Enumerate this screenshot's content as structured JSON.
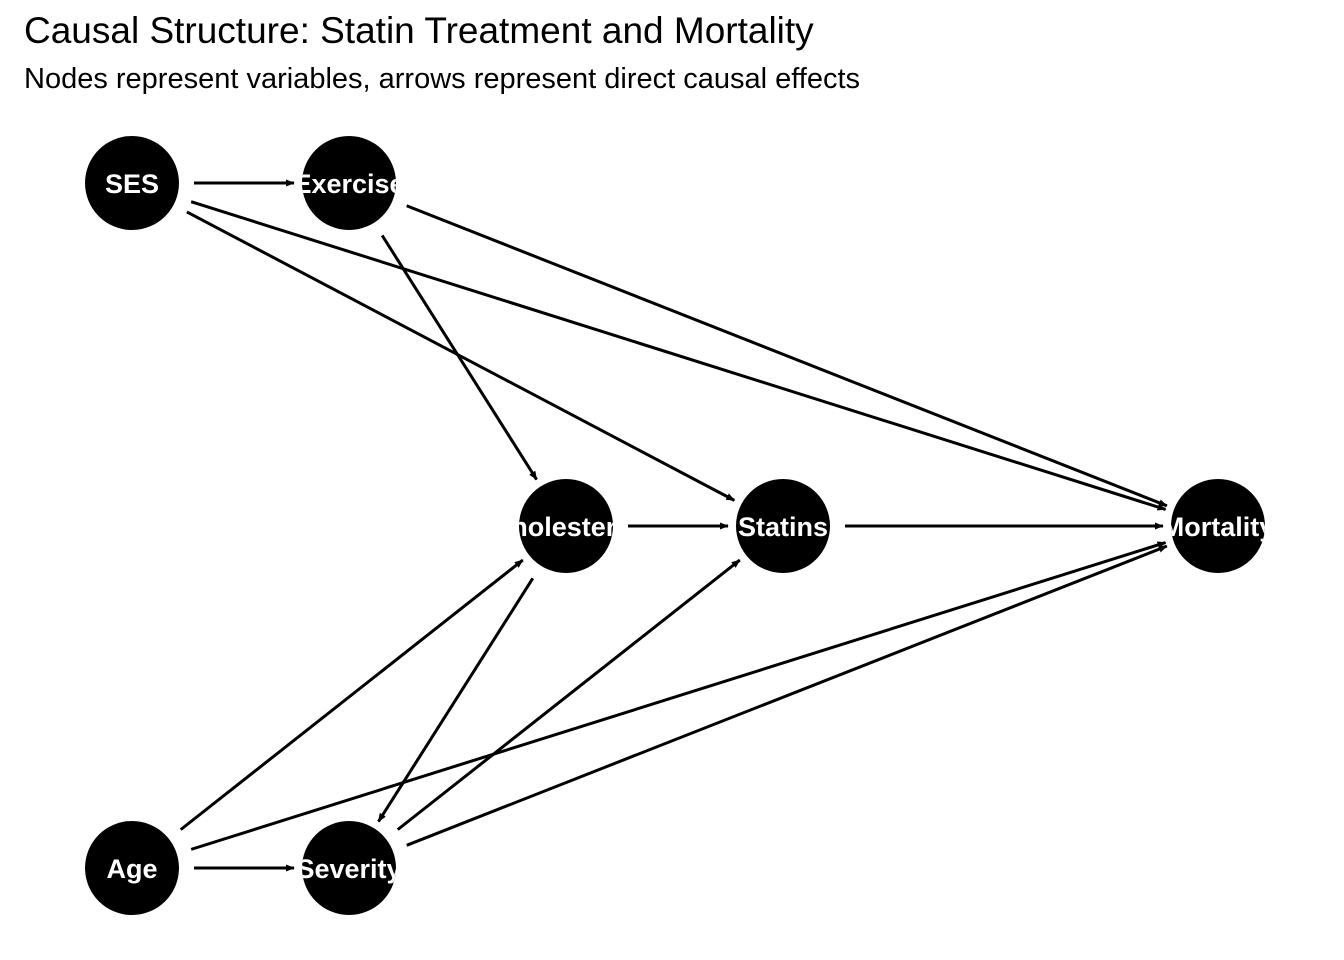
{
  "title": "Causal Structure: Statin Treatment and Mortality",
  "subtitle": "Nodes represent variables, arrows represent direct causal effects",
  "colors": {
    "node_fill": "#000000",
    "node_label": "#ffffff",
    "edge": "#000000",
    "background": "#ffffff"
  },
  "nodes": [
    {
      "id": "ses",
      "label": "SES"
    },
    {
      "id": "exercise",
      "label": "Exercise"
    },
    {
      "id": "cholesterol",
      "label": "Cholesterol"
    },
    {
      "id": "statins",
      "label": "Statins"
    },
    {
      "id": "mortality",
      "label": "Mortality"
    },
    {
      "id": "age",
      "label": "Age"
    },
    {
      "id": "severity",
      "label": "Severity"
    }
  ],
  "edges": [
    {
      "from": "ses",
      "to": "exercise"
    },
    {
      "from": "ses",
      "to": "statins"
    },
    {
      "from": "ses",
      "to": "mortality"
    },
    {
      "from": "exercise",
      "to": "cholesterol"
    },
    {
      "from": "exercise",
      "to": "mortality"
    },
    {
      "from": "cholesterol",
      "to": "statins"
    },
    {
      "from": "cholesterol",
      "to": "severity"
    },
    {
      "from": "statins",
      "to": "mortality"
    },
    {
      "from": "age",
      "to": "cholesterol"
    },
    {
      "from": "age",
      "to": "severity"
    },
    {
      "from": "age",
      "to": "mortality"
    },
    {
      "from": "severity",
      "to": "statins"
    },
    {
      "from": "severity",
      "to": "mortality"
    }
  ]
}
